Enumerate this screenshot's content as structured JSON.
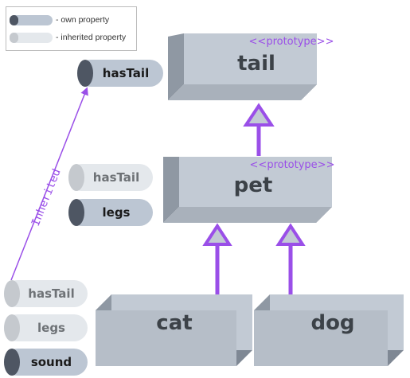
{
  "legend": {
    "own_label": "- own property",
    "inherited_label": "- inherited property"
  },
  "boxes": {
    "tail": {
      "label": "tail",
      "stereotype": "<<prototype>>"
    },
    "pet": {
      "label": "pet",
      "stereotype": "<<prototype>>"
    },
    "cat": {
      "label": "cat"
    },
    "dog": {
      "label": "dog"
    }
  },
  "properties": {
    "tail_props": [
      "hasTail"
    ],
    "pet_props": [
      "hasTail",
      "legs"
    ],
    "cat_props": [
      "hasTail",
      "legs",
      "sound"
    ]
  },
  "arrow_label": "Inherited",
  "colors": {
    "box_front": "#c2cad4",
    "box_top": "#dde2e8",
    "box_side": "#7f8894",
    "accent": "#9a4fe8",
    "own_pill": "#bcc6d3",
    "own_cap": "#4e5663",
    "inherited_pill": "#e4e8ec",
    "inherited_cap": "#c5c9ce"
  }
}
